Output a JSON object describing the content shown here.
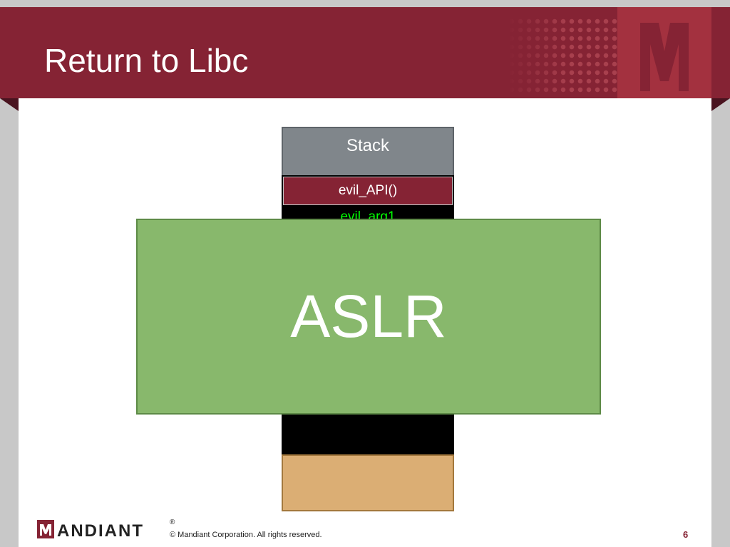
{
  "slide": {
    "title": "Return to Libc",
    "stack": {
      "header": "Stack",
      "api_cell": "evil_API()",
      "arg_cell": "evil_arg1"
    },
    "overlay_label": "ASLR"
  },
  "footer": {
    "logo_text": "ANDIANT",
    "registered": "®",
    "copyright": "© Mandiant Corporation. All rights reserved.",
    "page_number": "6"
  },
  "colors": {
    "brand": "#852334",
    "stack_header": "#80868b",
    "overlay": "#88b86c",
    "stack_base": "#dbae74",
    "arg_text": "#00ff00"
  }
}
